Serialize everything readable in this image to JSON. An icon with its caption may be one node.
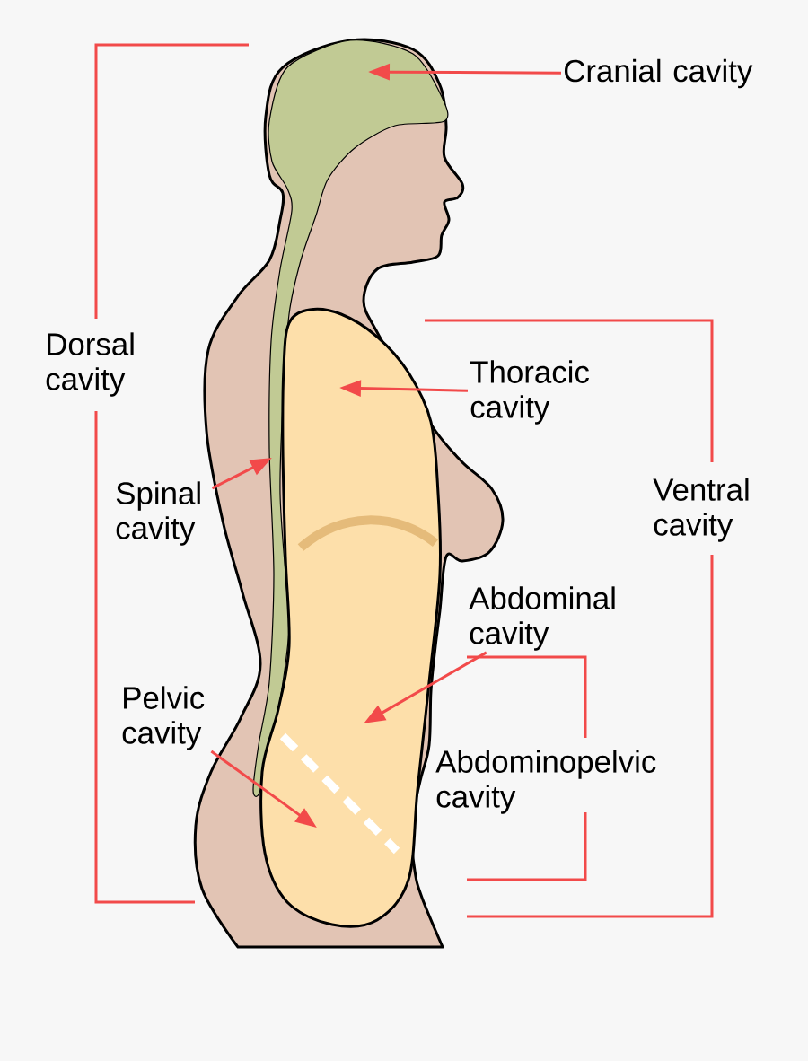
{
  "diagram": {
    "nodes": [
      {
        "text": [
          "Cranial cavity"
        ]
      },
      {
        "text": [
          "Thoracic cavity"
        ]
      },
      {
        "text": [
          "Spinal cavity"
        ]
      },
      {
        "text": [
          "Abdominal cavity"
        ]
      },
      {
        "text": [
          "Pelvic cavity"
        ]
      }
    ],
    "edges": [
      {
        "from": 0,
        "to": null,
        "arrow": "to"
      },
      {
        "from": 1,
        "to": null,
        "arrow": "to"
      },
      {
        "from": 2,
        "to": null,
        "arrow": "to"
      },
      {
        "from": 3,
        "to": null,
        "arrow": "to"
      },
      {
        "from": 4,
        "to": null,
        "arrow": "to"
      }
    ],
    "labels": [
      "Dorsal cavity",
      "Ventral cavity",
      "Abdominopelvic cavity"
    ]
  }
}
